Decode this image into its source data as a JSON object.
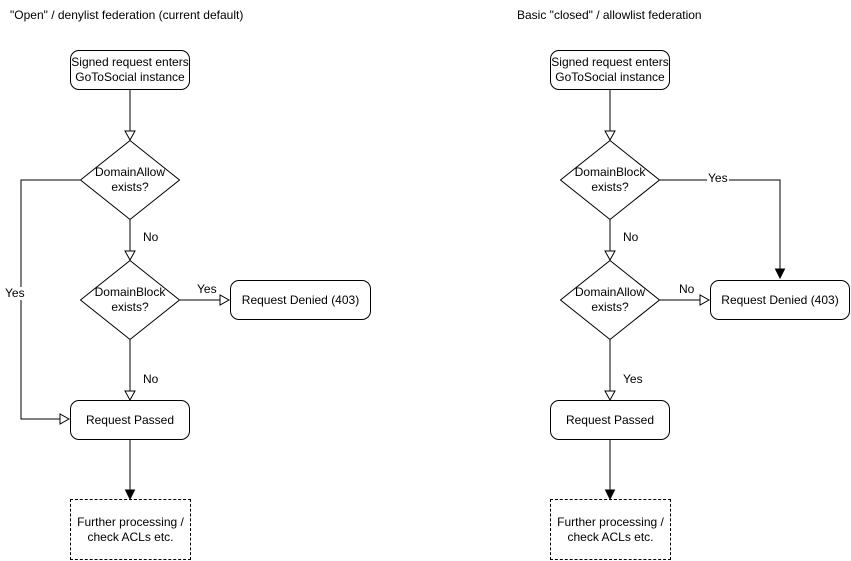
{
  "colors": {
    "stroke": "#000000",
    "node_fill": "#ffffff",
    "text": "#000000",
    "background": "#ffffff"
  },
  "left": {
    "title": "\"Open\" / denylist federation (current default)",
    "nodes": {
      "start": "Signed request enters\nGoToSocial instance",
      "decision1": "DomainAllow\nexists?",
      "decision2": "DomainBlock\nexists?",
      "denied": "Request Denied (403)",
      "passed": "Request Passed",
      "further": "Further processing /\ncheck ACLs etc."
    },
    "labels": {
      "decision1_branch": "Yes",
      "decision1_down": "No",
      "decision2_branch": "Yes",
      "decision2_down": "No"
    }
  },
  "right": {
    "title": "Basic \"closed\" / allowlist federation",
    "nodes": {
      "start": "Signed request enters\nGoToSocial instance",
      "decision1": "DomainBlock\nexists?",
      "decision2": "DomainAllow\nexists?",
      "denied": "Request Denied (403)",
      "passed": "Request Passed",
      "further": "Further processing /\ncheck ACLs etc."
    },
    "labels": {
      "decision1_branch": "Yes",
      "decision1_down": "No",
      "decision2_branch": "No",
      "decision2_down": "Yes"
    }
  }
}
